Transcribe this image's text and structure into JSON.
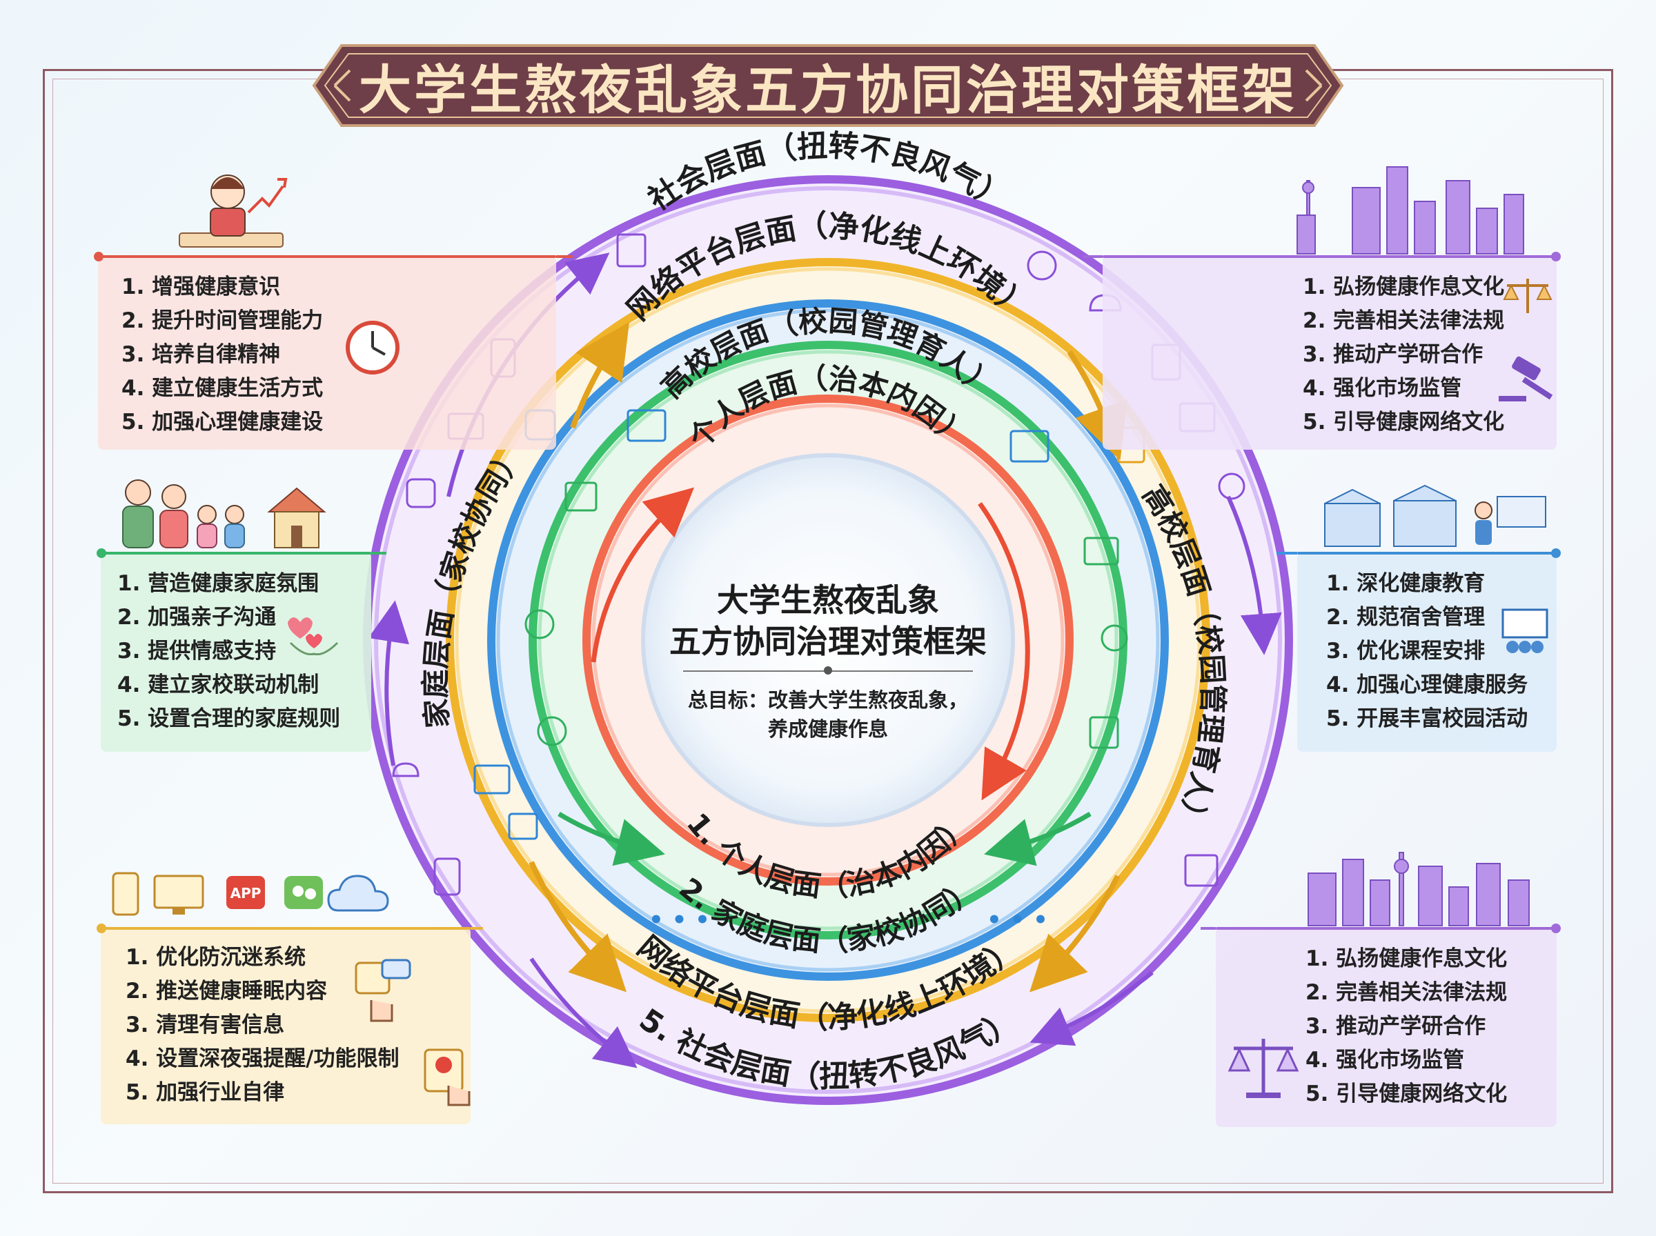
{
  "title": "大学生熬夜乱象五方协同治理对策框架",
  "center": {
    "title_line1": "大学生熬夜乱象",
    "title_line2": "五方协同治理对策框架",
    "goal_line1": "总目标：改善大学生熬夜乱象，",
    "goal_line2": "养成健康作息"
  },
  "rings": {
    "social_top": "社会层面（扭转不良风气）",
    "network_top": "网络平台层面（净化线上环境）",
    "school_top": "高校层面（校园管理育人）",
    "personal_top": "个人层面（治本内因）",
    "family_left": "家庭层面（家校协同）",
    "school_right": "高校层面（校园管理育人）",
    "personal_bottom": "1. 个人层面（治本内因）",
    "family_bottom": "2. 家庭层面（家校协同）",
    "network_bottom": "网络平台层面（净化线上环境）",
    "social_bottom": "5. 社会层面（扭转不良风气）",
    "dots": "• • •"
  },
  "panels": {
    "personal": [
      "1. 增强健康意识",
      "2. 提升时间管理能力",
      "3. 培养自律精神",
      "4. 建立健康生活方式",
      "5. 加强心理健康建设"
    ],
    "family": [
      "1. 营造健康家庭氛围",
      "2. 加强亲子沟通",
      "3. 提供情感支持",
      "4. 建立家校联动机制",
      "5. 设置合理的家庭规则"
    ],
    "network": [
      "1. 优化防沉迷系统",
      "2. 推送健康睡眠内容",
      "3. 清理有害信息",
      "4. 设置深夜强提醒/功能限制",
      "5. 加强行业自律"
    ],
    "social_top": [
      "1. 弘扬健康作息文化",
      "2. 完善相关法律法规",
      "3. 推动产学研合作",
      "4. 强化市场监管",
      "5. 引导健康网络文化"
    ],
    "school": [
      "1. 深化健康教育",
      "2. 规范宿舍管理",
      "3. 优化课程安排",
      "4. 加强心理健康服务",
      "5. 开展丰富校园活动"
    ],
    "social_bottom": [
      "1. 弘扬健康作息文化",
      "2. 完善相关法律法规",
      "3. 推动产学研合作",
      "4. 强化市场监管",
      "5. 引导健康网络文化"
    ]
  },
  "app_badge": "APP",
  "colors": {
    "social": "#9b5fe0",
    "network": "#f0b42a",
    "school": "#3d93e0",
    "family": "#3cc06c",
    "personal": "#f26b4f",
    "title_bg": "#6e3f48",
    "title_text": "#fbe6c3"
  },
  "icons": [
    "student-icon",
    "clock-icon",
    "family-icon",
    "house-icon",
    "hearts-icon",
    "city-icon",
    "scales-icon",
    "gavel-icon",
    "school-icon",
    "teacher-icon",
    "phone-icon",
    "computer-icon",
    "app-icon",
    "chat-icon",
    "cloud-icon"
  ]
}
